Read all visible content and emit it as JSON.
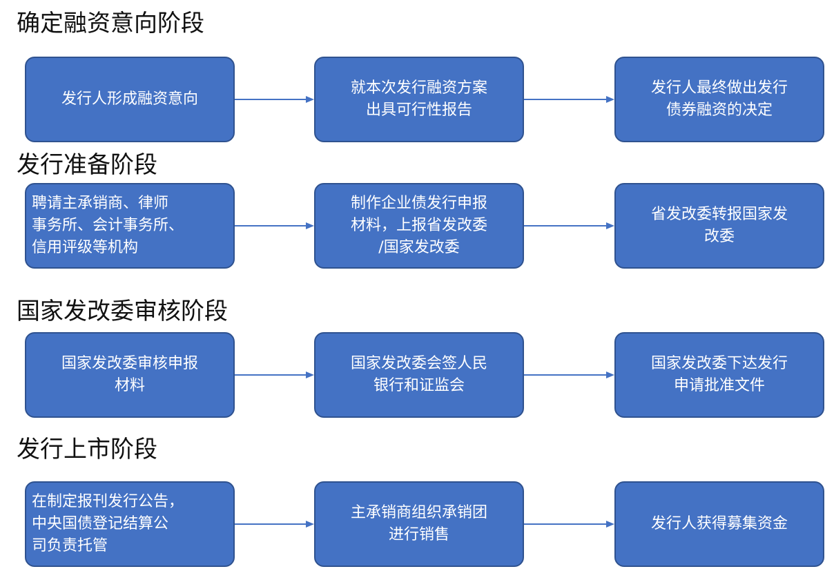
{
  "stages": [
    {
      "title": "确定融资意向阶段",
      "boxes": [
        "发行人形成融资意向",
        "就本次发行融资方案\n出具可行性报告",
        "发行人最终做出发行\n债券融资的决定"
      ]
    },
    {
      "title": "发行准备阶段",
      "boxes": [
        "聘请主承销商、律师\n事务所、会计事务所、\n信用评级等机构",
        "制作企业债发行申报\n材料，上报省发改委\n/国家发改委",
        "省发改委转报国家发\n改委"
      ]
    },
    {
      "title": "国家发改委审核阶段",
      "boxes": [
        "国家发改委审核申报\n材料",
        "国家发改委会签人民\n银行和证监会",
        "国家发改委下达发行\n申请批准文件"
      ]
    },
    {
      "title": "发行上市阶段",
      "boxes": [
        "在制定报刊发行公告，\n中央国债登记结算公\n司负责托管",
        "主承销商组织承销团\n进行销售",
        "发行人获得募集资金"
      ]
    }
  ],
  "colors": {
    "box_fill": "#4472C4",
    "box_border": "#2F528F",
    "arrow": "#4472C4",
    "title_text": "#111111",
    "box_text": "#ffffff"
  }
}
